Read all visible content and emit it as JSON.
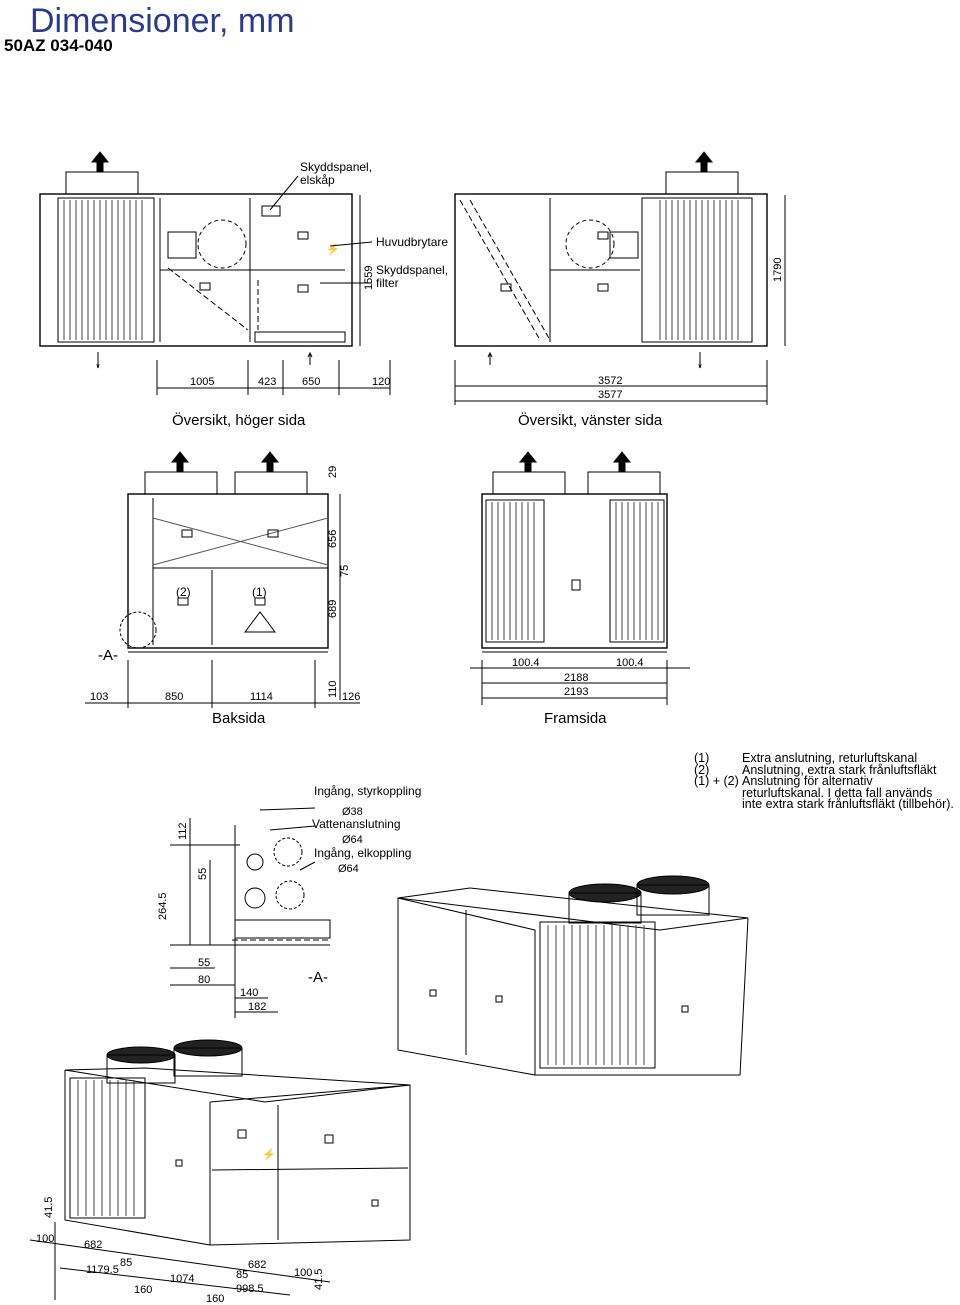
{
  "header": {
    "title": "Dimensioner, mm",
    "model": "50AZ 034-040"
  },
  "callouts": {
    "panel_elskap": [
      "Skyddspanel,",
      "elskåp"
    ],
    "main_switch": "Huvudbrytare",
    "panel_filter": [
      "Skyddspanel,",
      "filter"
    ],
    "control_inlet": "Ingång, styrkoppling",
    "water_conn": "Vattenanslutning",
    "power_inlet": "Ingång, elkoppling",
    "d38": "Ø38",
    "d64a": "Ø64",
    "d64b": "Ø64",
    "section_mark": "-A-",
    "section_mark2": "-A-"
  },
  "captions": {
    "right_side": "Översikt, höger sida",
    "left_side": "Översikt, vänster sida",
    "rear": "Baksida",
    "front": "Framsida"
  },
  "notes": [
    {
      "key": "(1)",
      "text": "Extra anslutning, returluftskanal"
    },
    {
      "key": "(2)",
      "text": "Anslutning, extra stark frånluftsfläkt"
    },
    {
      "key": "(1) + (2)",
      "text": "Anslutning för alternativ"
    },
    {
      "key": "",
      "text": "returluftskanal. I detta fall används"
    },
    {
      "key": "",
      "text": "inte extra stark frånluftsfläkt (tillbehör)."
    }
  ],
  "markers": {
    "m1": "(1)",
    "m2": "(2)"
  },
  "dimensions": {
    "right_view": [
      "1005",
      "423",
      "650",
      "120",
      "1559"
    ],
    "left_view": [
      "3572",
      "3577",
      "1790"
    ],
    "rear_view": [
      "103",
      "850",
      "1114",
      "110",
      "126",
      "29",
      "656",
      "75",
      "689"
    ],
    "front_view": [
      "100.4",
      "100.4",
      "2188",
      "2193"
    ],
    "detail": [
      "112",
      "55",
      "264.5",
      "55",
      "80",
      "140",
      "182"
    ],
    "iso_bottom": [
      "41.5",
      "100",
      "682",
      "85",
      "1179.5",
      "1074",
      "160",
      "160",
      "998.5",
      "85",
      "682",
      "100",
      "41.5"
    ]
  }
}
